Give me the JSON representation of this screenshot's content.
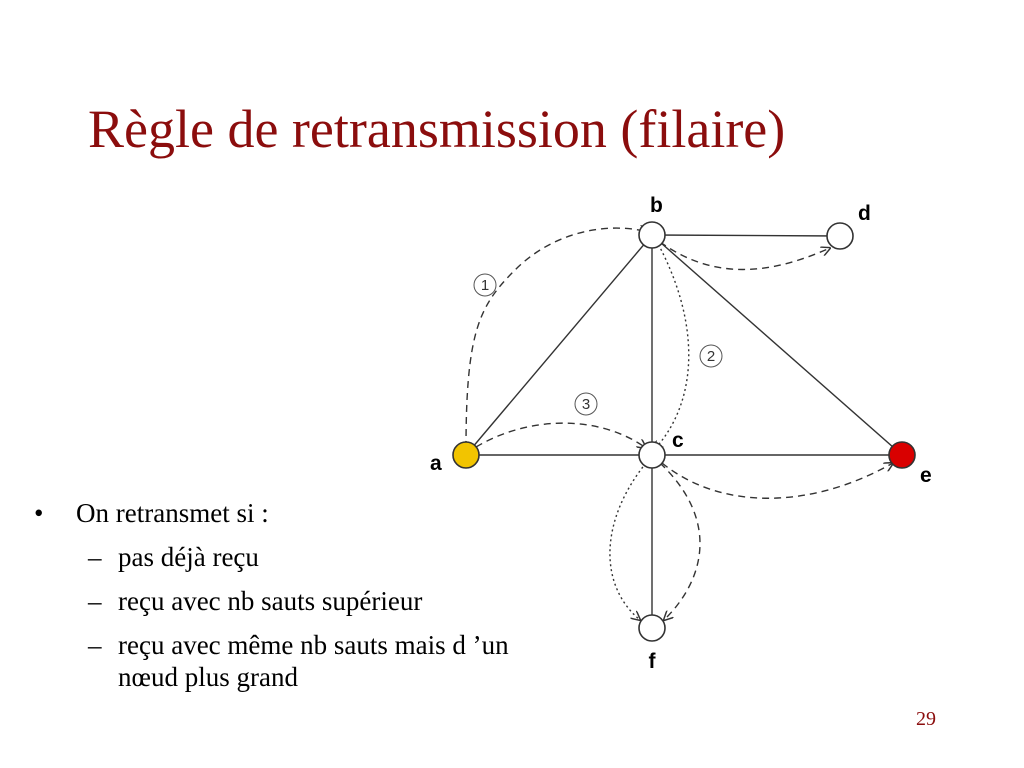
{
  "slide": {
    "title": "Règle de retransmission (filaire)",
    "bullets": {
      "main": "On retransmet si :",
      "sub": [
        "pas déjà reçu",
        "reçu avec nb sauts supérieur",
        "reçu avec même nb sauts mais d ’un nœud plus grand"
      ]
    },
    "page_number": "29"
  },
  "diagram": {
    "nodes": {
      "a": {
        "label": "a",
        "fill": "#F2C400"
      },
      "b": {
        "label": "b",
        "fill": "#ffffff"
      },
      "c": {
        "label": "c",
        "fill": "#ffffff"
      },
      "d": {
        "label": "d",
        "fill": "#ffffff"
      },
      "e": {
        "label": "e",
        "fill": "#D90000"
      },
      "f": {
        "label": "f",
        "fill": "#ffffff"
      }
    },
    "step_markers": [
      "1",
      "2",
      "3"
    ]
  },
  "colors": {
    "title": "#8B0D0D",
    "source_node": "#F2C400",
    "destination_node": "#D90000"
  }
}
